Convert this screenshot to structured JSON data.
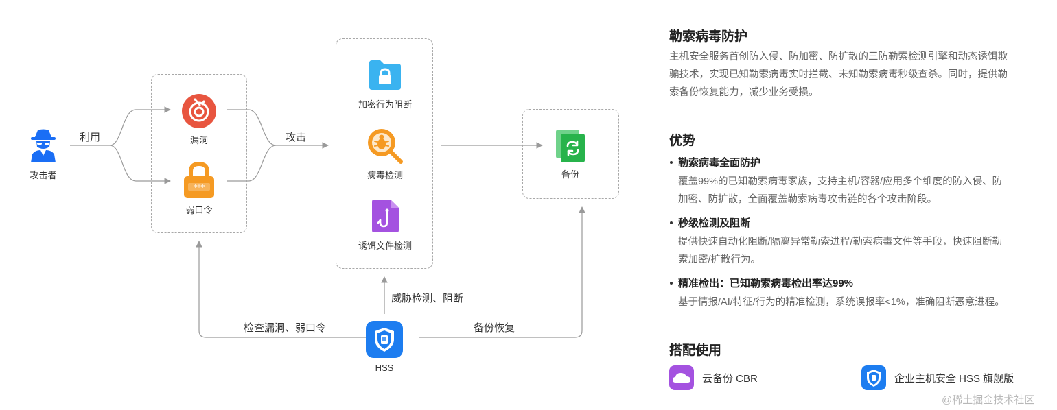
{
  "diagram": {
    "nodes": {
      "attacker": {
        "label": "攻击者",
        "icon": "hacker-icon"
      },
      "vulnerability": {
        "label": "漏洞",
        "icon": "vulnerability-icon"
      },
      "weak_password": {
        "label": "弱口令",
        "icon": "lock-password-icon"
      },
      "encrypt_block": {
        "label": "加密行为阻断",
        "icon": "folder-lock-icon"
      },
      "virus_detect": {
        "label": "病毒检测",
        "icon": "bug-search-icon"
      },
      "bait_file_detect": {
        "label": "诱饵文件检测",
        "icon": "file-hook-icon"
      },
      "backup": {
        "label": "备份",
        "icon": "backup-sync-icon"
      },
      "hss": {
        "label": "HSS",
        "icon": "hss-shield-icon"
      }
    },
    "edges": {
      "exploit": "利用",
      "attack": "攻击",
      "check_vuln": "检查漏洞、弱口令",
      "threat_detect": "威胁检测、阻断",
      "backup_restore": "备份恢复"
    },
    "colors": {
      "attacker": "#1a6ef5",
      "vulnerability": "#e8553f",
      "weak_password": "#f59a23",
      "folder": "#3ab3f0",
      "bug": "#f59a23",
      "file": "#a452e0",
      "backup": "#27b34b",
      "hss": "#1d7df0",
      "line": "#9a9a9a"
    }
  },
  "panel": {
    "title": "勒索病毒防护",
    "intro_lines": [
      "主机安全服务首创防入侵、防加密、防扩散的三防勒索检测引擎和动态诱饵欺",
      "骗技术，实现已知勒索病毒实时拦截、未知勒索病毒秒级查杀。同时，提供勒",
      "索备份恢复能力，减少业务受损。"
    ],
    "advantages_title": "优势",
    "advantages": [
      {
        "title": "勒索病毒全面防护",
        "desc_lines": [
          "覆盖99%的已知勒索病毒家族，支持主机/容器/应用多个维度的防入侵、防",
          "加密、防扩散，全面覆盖勒索病毒攻击链的各个攻击阶段。"
        ]
      },
      {
        "title": "秒级检测及阻断",
        "desc_lines": [
          "提供快速自动化阻断/隔离异常勒索进程/勒索病毒文件等手段，快速阻断勒",
          "索加密/扩散行为。"
        ]
      },
      {
        "title": "精准检出：已知勒索病毒检出率达99%",
        "desc_lines": [
          "基于情报/AI/特征/行为的精准检测，系统误报率<1%，准确阻断恶意进程。"
        ]
      }
    ],
    "combo_title": "搭配使用",
    "combos": [
      {
        "label": "云备份 CBR",
        "icon": "cloud-backup-icon",
        "color": "#a452e0"
      },
      {
        "label": "企业主机安全 HSS 旗舰版",
        "icon": "hss-shield-icon",
        "color": "#1d7df0"
      }
    ],
    "watermark": "@稀土掘金技术社区"
  }
}
